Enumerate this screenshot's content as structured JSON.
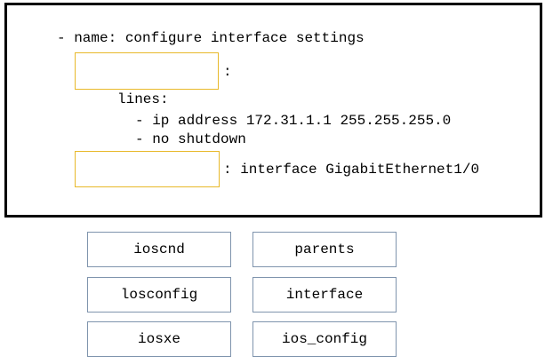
{
  "code": {
    "line1": "- name: configure interface settings",
    "colon1": ":",
    "lines_key": "lines:",
    "line_ip": "- ip address 172.31.1.1 255.255.255.0",
    "line_noshut": "- no shutdown",
    "line_parent": ": interface GigabitEthernet1/0"
  },
  "options": [
    "ioscnd",
    "parents",
    "losconfig",
    "interface",
    "iosxe",
    "ios_config"
  ],
  "colors": {
    "slot_border": "#e8b92a",
    "option_border": "#7f94ad",
    "panel_border": "#000000"
  }
}
